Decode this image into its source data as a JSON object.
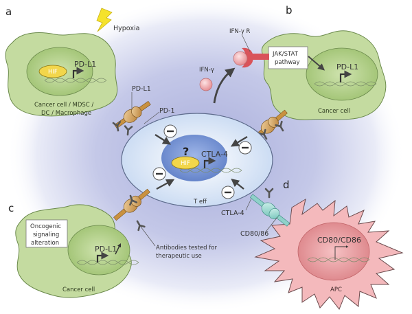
{
  "figure": {
    "panels": {
      "a": "a",
      "b": "b",
      "c": "c",
      "d": "d"
    },
    "colors": {
      "background_halo": "#b8bde0",
      "cancer_cell": "#c5dca0",
      "cancer_nucleus": "#a9c97e",
      "t_cell": "#dce8f8",
      "t_cell_nucleus": "#7d9ad6",
      "apc": "#f3b8bb",
      "apc_nucleus": "#e28c90",
      "hif": "#f1d54a",
      "pd_receptor": "#c9913f",
      "ctla4_receptor": "#8fd1c9",
      "ifn": "#f0a3a6",
      "arrow": "#444444"
    },
    "panel_a": {
      "stimulus": "Hypoxia",
      "factor": "HIF",
      "gene": "PD-L1",
      "cell_label_line1": "Cancer cell /  MDSC /",
      "cell_label_line2": "DC / Macrophage",
      "ligand_label": "PD-L1",
      "receptor_label": "PD-1"
    },
    "panel_b": {
      "cytokine": "IFN-γ",
      "receptor": "IFN-γ R",
      "pathway_line1": "JAK/STAT",
      "pathway_line2": "pathway",
      "gene": "PD-L1",
      "cell_label": "Cancer cell"
    },
    "t_cell": {
      "question": "?",
      "factor": "HIF",
      "gene": "CTLA-4",
      "label": "T eff",
      "inhibition_symbol": "−"
    },
    "panel_c": {
      "box_line1": "Oncogenic",
      "box_line2": "signaling",
      "box_line3": "alteration",
      "gene": "PD-L1",
      "cell_label": "Cancer cell",
      "antibody_note_line1": "Antibodies tested for",
      "antibody_note_line2": "therapeutic use"
    },
    "panel_d": {
      "receptor_label": "CTLA-4",
      "ligand_label": "CD80/86",
      "gene": "CD80/CD86",
      "cell_label": "APC"
    }
  }
}
